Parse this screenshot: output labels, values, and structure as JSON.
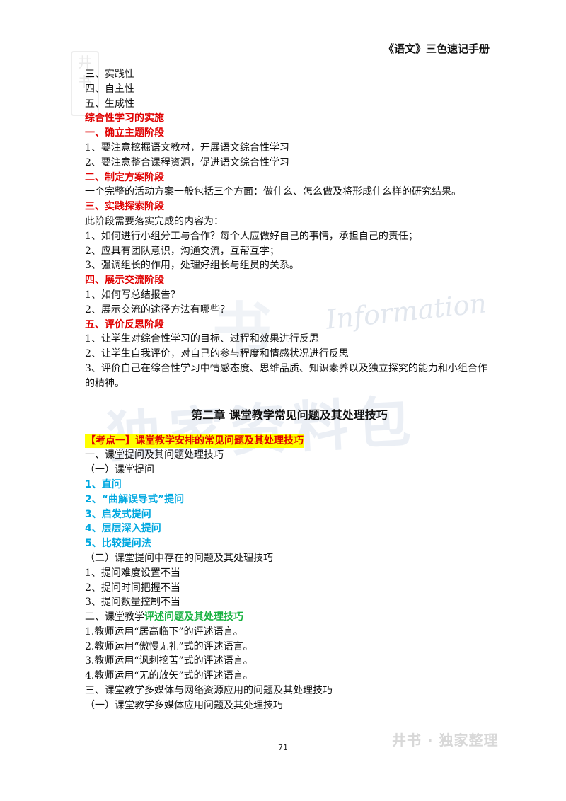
{
  "header": {
    "title": "《语文》三色速记手册"
  },
  "watermarks": {
    "stamp": "井书",
    "book": "书",
    "big": "独家资料包",
    "script": "Information",
    "corner": "井书 · 独家整理"
  },
  "lines_top": [
    {
      "text": "三、实践性",
      "style": "normal"
    },
    {
      "text": "四、自主性",
      "style": "normal"
    },
    {
      "text": "五、生成性",
      "style": "normal"
    },
    {
      "text": "综合性学习的实施",
      "style": "red"
    },
    {
      "text": "一、确立主题阶段",
      "style": "red"
    },
    {
      "text": "1、要注意挖掘语文教材，开展语文综合性学习",
      "style": "normal"
    },
    {
      "text": "2、要注意整合课程资源，促进语文综合性学习",
      "style": "normal"
    },
    {
      "text": "二、制定方案阶段",
      "style": "red"
    },
    {
      "text": "一个完整的活动方案一般包括三个方面：做什么、怎么做及将形成什么样的研究结果。",
      "style": "normal"
    },
    {
      "text": "三、实践探索阶段",
      "style": "red"
    },
    {
      "text": "此阶段需要落实完成的内容为：",
      "style": "normal"
    },
    {
      "text": "1、如何进行小组分工与合作？每个人应做好自己的事情，承担自己的责任；",
      "style": "normal"
    },
    {
      "text": "2、应具有团队意识，沟通交流，互帮互学；",
      "style": "normal"
    },
    {
      "text": "3、强调组长的作用，处理好组长与组员的关系。",
      "style": "normal"
    },
    {
      "text": "四、展示交流阶段",
      "style": "red"
    },
    {
      "text": "1、如何写总结报告？",
      "style": "normal"
    },
    {
      "text": "2、展示交流的途径方法有哪些？",
      "style": "normal"
    },
    {
      "text": "五、评价反思阶段",
      "style": "red"
    },
    {
      "text": "1、让学生对综合性学习的目标、过程和效果进行反思",
      "style": "normal"
    },
    {
      "text": "2、让学生自我评价，对自己的参与程度和情感状况进行反思",
      "style": "normal"
    },
    {
      "text": "3、评价自己在综合性学习中情感态度、思维品质、知识素养以及独立探究的能力和小组合作的精神。",
      "style": "wrap"
    }
  ],
  "chapter_title": "第二章 课堂教学常见问题及其处理技巧",
  "kaodian": "【考点一】课堂教学安排的常见问题及其处理技巧",
  "lines_bottom": [
    {
      "text": "一、课堂提问及其问题处理技巧",
      "style": "normal"
    },
    {
      "text": "（一）课堂提问",
      "style": "normal"
    },
    {
      "text": "1、直问",
      "style": "cyan"
    },
    {
      "text": "2、“曲解误导式”提问",
      "style": "cyan"
    },
    {
      "text": "3、启发式提问",
      "style": "cyan"
    },
    {
      "text": "4、层层深入提问",
      "style": "cyan"
    },
    {
      "text": "5、比较提问法",
      "style": "cyan"
    },
    {
      "text": "（二）课堂提问中存在的问题及其处理技巧",
      "style": "normal"
    },
    {
      "text": "1、提问难度设置不当",
      "style": "normal"
    },
    {
      "text": "2、提问时间把握不当",
      "style": "normal"
    },
    {
      "text": "3、提问数量控制不当",
      "style": "normal"
    }
  ],
  "mixed_line": {
    "prefix": "二、课堂教学",
    "highlight": "评述问题及其处理技巧"
  },
  "lines_end": [
    {
      "text": "1.教师运用“居高临下”的评述语言。",
      "style": "normal"
    },
    {
      "text": "2.教师运用“傲慢无礼”式的评述语言。",
      "style": "normal"
    },
    {
      "text": "3.教师运用“讽刺挖苦”式的评述语言。",
      "style": "normal"
    },
    {
      "text": "4.教师运用“无的放矢”式的评述语言。",
      "style": "normal"
    },
    {
      "text": "三、课堂教学多媒体与网络资源应用的问题及其处理技巧",
      "style": "normal"
    },
    {
      "text": "（一）课堂教学多媒体应用问题及其处理技巧",
      "style": "normal"
    }
  ],
  "page_number": "71"
}
